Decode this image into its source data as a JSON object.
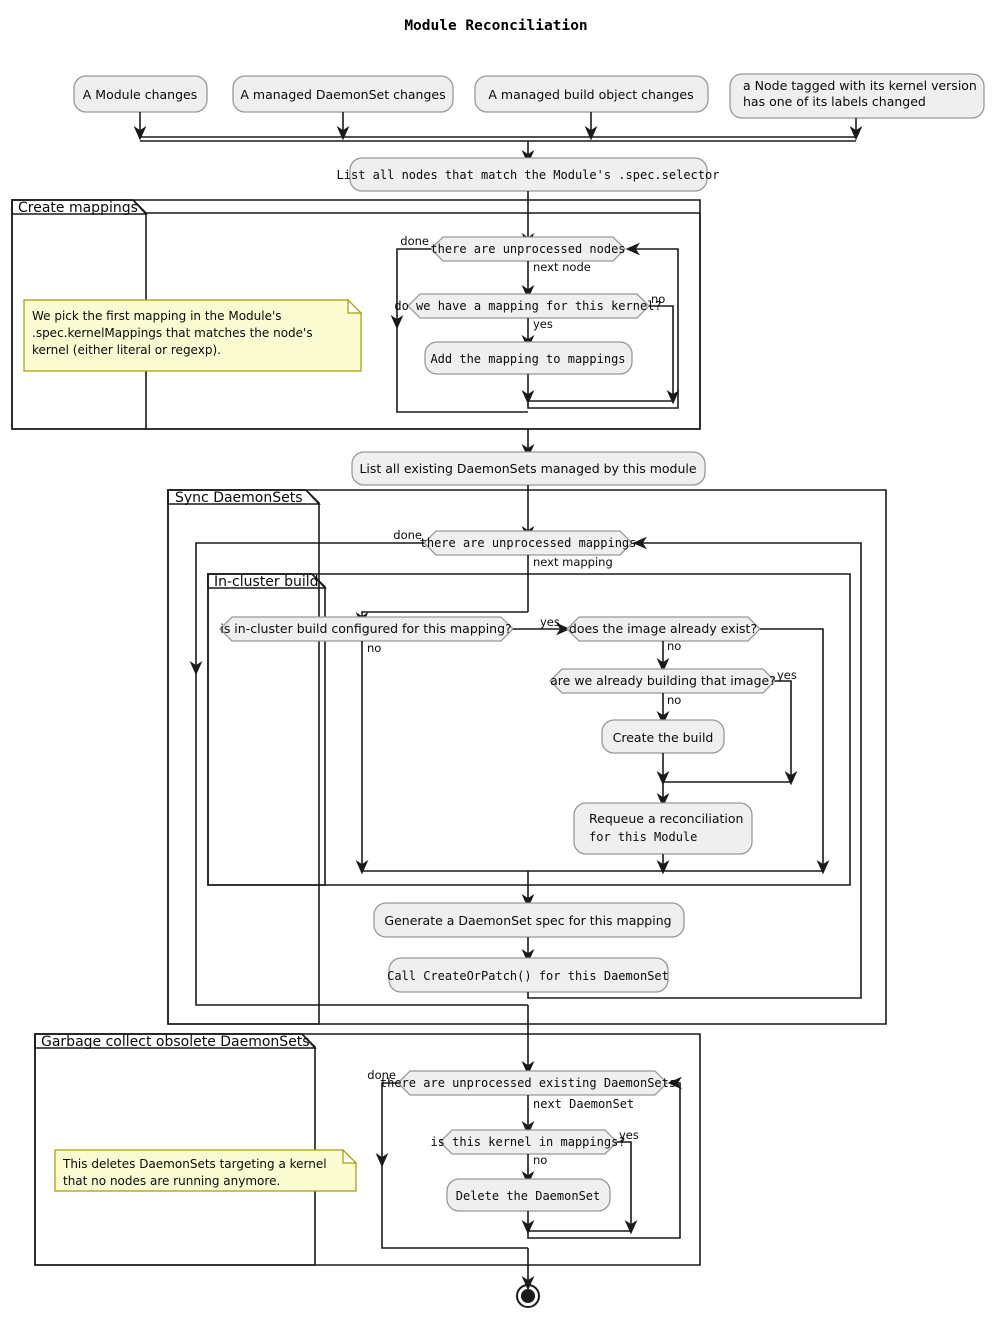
{
  "title": "Module Reconciliation",
  "start_nodes": [
    {
      "id": "start-module",
      "label": "A Module changes"
    },
    {
      "id": "start-daemonset",
      "label": "A managed DaemonSet changes"
    },
    {
      "id": "start-build",
      "label": "A managed build object changes"
    },
    {
      "id": "start-node",
      "label_line1": "a Node tagged with its kernel version",
      "label_line2": "has one of its labels changed"
    }
  ],
  "actions": {
    "list_nodes": "List all nodes that match the Module's .spec.selector",
    "add_mapping": "Add the mapping to mappings",
    "list_daemonsets": "List all existing DaemonSets managed by this module",
    "create_build": "Create the build",
    "requeue_line1": "Requeue a reconciliation",
    "requeue_line2": "for this Module",
    "generate_spec": "Generate a DaemonSet spec for this mapping",
    "create_or_patch": "Call CreateOrPatch() for this DaemonSet",
    "delete_daemonset": "Delete the DaemonSet"
  },
  "groups": {
    "create_mappings": "Create mappings",
    "sync_daemonsets": "Sync DaemonSets",
    "in_cluster_build": "In-cluster build",
    "garbage_collect": "Garbage collect obsolete DaemonSets"
  },
  "decisions": {
    "unprocessed_nodes": "there are unprocessed nodes",
    "have_mapping": "do we have a mapping for this kernel?",
    "unprocessed_mappings": "there are unprocessed mappings",
    "build_configured": "is in-cluster build configured for this mapping?",
    "image_exists": "does the image already exist?",
    "already_building": "are we already building that image?",
    "unprocessed_existing": "there are unprocessed existing DaemonSets",
    "kernel_in_mappings": "is this kernel in mappings?"
  },
  "edge_labels": {
    "done_nodes": "done",
    "next_node": "next node",
    "yes_mapping": "yes",
    "no_mapping": "no",
    "done_mappings": "done",
    "next_mapping": "next mapping",
    "yes_build": "yes",
    "no_build": "no",
    "no_image": "no",
    "yes_building": "yes",
    "no_building": "no",
    "done_existing": "done",
    "next_daemonset": "next DaemonSet",
    "yes_kernel": "yes",
    "no_kernel": "no"
  },
  "notes": {
    "mapping_note_l1": "We pick the first mapping in the Module's",
    "mapping_note_l2": ".spec.kernelMappings that matches the node's",
    "mapping_note_l3": "kernel (either literal or regexp).",
    "gc_note_l1": "This deletes DaemonSets targeting a kernel",
    "gc_note_l2": "that no nodes are running anymore."
  },
  "colors": {
    "node_fill": "#efefef",
    "node_stroke": "#999999",
    "note_fill": "#fbfbd2",
    "note_stroke": "#a0a000",
    "line": "#1a1a1a",
    "background": "#ffffff"
  },
  "end_node": "activity-end"
}
